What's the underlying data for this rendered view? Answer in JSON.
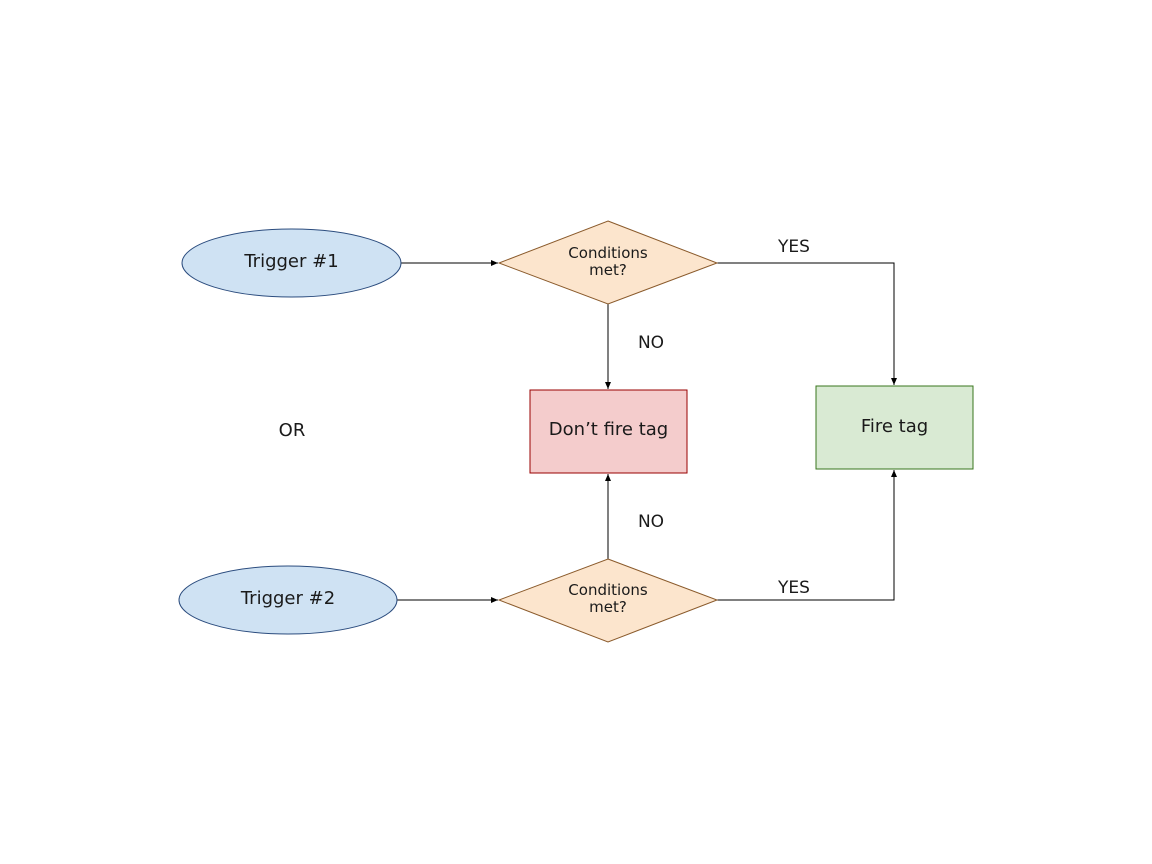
{
  "diagram": {
    "nodes": {
      "trigger1": {
        "label": "Trigger #1",
        "shape": "ellipse"
      },
      "trigger2": {
        "label": "Trigger #2",
        "shape": "ellipse"
      },
      "decision1": {
        "label": "Conditions\nmet?",
        "shape": "diamond"
      },
      "decision2": {
        "label": "Conditions\nmet?",
        "shape": "diamond"
      },
      "dont_fire": {
        "label": "Don’t fire tag",
        "shape": "rectangle"
      },
      "fire": {
        "label": "Fire tag",
        "shape": "rectangle"
      }
    },
    "or_label": "OR",
    "edges": [
      {
        "from": "trigger1",
        "to": "decision1",
        "label": ""
      },
      {
        "from": "decision1",
        "to": "fire",
        "label": "YES"
      },
      {
        "from": "decision1",
        "to": "dont_fire",
        "label": "NO"
      },
      {
        "from": "trigger2",
        "to": "decision2",
        "label": ""
      },
      {
        "from": "decision2",
        "to": "dont_fire",
        "label": "NO"
      },
      {
        "from": "decision2",
        "to": "fire",
        "label": "YES"
      }
    ],
    "colors": {
      "trigger_fill": "#cfe2f3",
      "trigger_stroke": "#2b4c7e",
      "decision_fill": "#fce5cd",
      "decision_stroke": "#8a5a2b",
      "dont_fire_fill": "#f4cccc",
      "dont_fire_stroke": "#990000",
      "fire_fill": "#d9ead3",
      "fire_stroke": "#38761d",
      "line": "#000000"
    }
  }
}
